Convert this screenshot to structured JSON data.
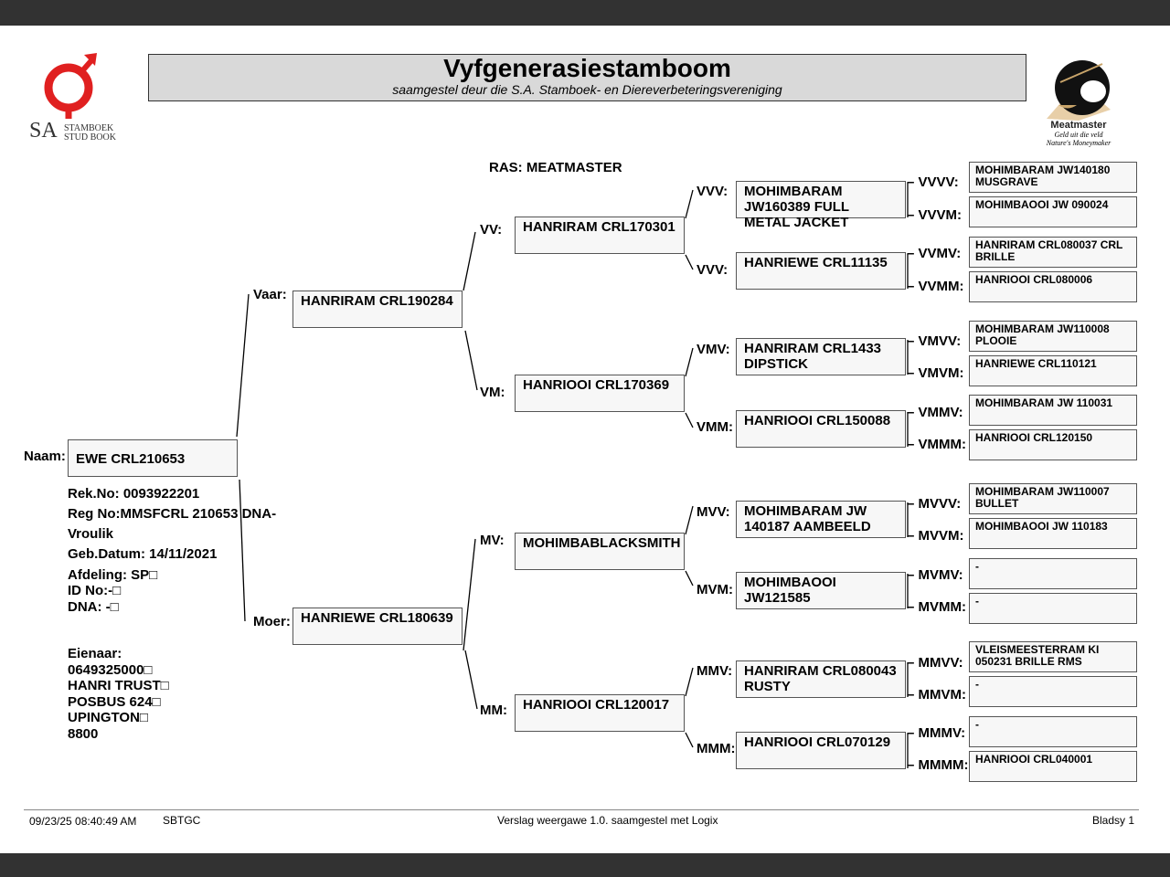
{
  "header": {
    "title": "Vyfgenerasiestamboom",
    "subtitle": "saamgestel deur die S.A. Stamboek- en Diereverbeteringsvereniging",
    "left_logo": {
      "line1": "SA",
      "line2": "STAMBOEK",
      "line3": "STUD BOOK"
    },
    "right_logo": {
      "brand": "Meatmaster",
      "tagline1": "Geld uit die veld",
      "tagline2": "Nature's Moneymaker"
    }
  },
  "breed": "RAS: MEATMASTER",
  "animal": {
    "name_label": "Naam:",
    "name": "EWE CRL210653",
    "info": [
      "Rek.No: 0093922201",
      "Reg No:MMSFCRL 210653 DNA-",
      "Vroulik",
      "Geb.Datum: 14/11/2021",
      "Afdeling: SP□",
      "ID No:-□",
      "DNA: -□"
    ],
    "owner": [
      "Eienaar:",
      "0649325000□",
      "HANRI TRUST□",
      "POSBUS 624□",
      "UPINGTON□",
      "8800"
    ]
  },
  "gen1": [
    {
      "label": "Vaar:",
      "name": "HANRIRAM CRL190284"
    },
    {
      "label": "Moer:",
      "name": "HANRIEWE CRL180639"
    }
  ],
  "gen2": [
    {
      "label": "VV:",
      "name": "HANRIRAM CRL170301"
    },
    {
      "label": "VM:",
      "name": "HANRIOOI CRL170369"
    },
    {
      "label": "MV:",
      "name": "MOHIMBABLACKSMITH"
    },
    {
      "label": "MM:",
      "name": "HANRIOOI CRL120017"
    }
  ],
  "gen3": [
    {
      "label": "VVV:",
      "name": "MOHIMBARAM JW160389 FULL METAL JACKET"
    },
    {
      "label": "VVV:",
      "name": "HANRIEWE CRL11135"
    },
    {
      "label": "VMV:",
      "name": "HANRIRAM CRL1433 DIPSTICK"
    },
    {
      "label": "VMM:",
      "name": "HANRIOOI CRL150088"
    },
    {
      "label": "MVV:",
      "name": "MOHIMBARAM JW 140187 AAMBEELD"
    },
    {
      "label": "MVM:",
      "name": "MOHIMBAOOI JW121585"
    },
    {
      "label": "MMV:",
      "name": "HANRIRAM CRL080043 RUSTY"
    },
    {
      "label": "MMM:",
      "name": "HANRIOOI CRL070129"
    }
  ],
  "gen4": [
    {
      "label": "– VVVV:",
      "name": "MOHIMBARAM JW140180 MUSGRAVE"
    },
    {
      "label": "– VVVM:",
      "name": "MOHIMBAOOI JW 090024"
    },
    {
      "label": "– VVMV:",
      "name": "HANRIRAM CRL080037 CRL BRILLE"
    },
    {
      "label": "– VVMM:",
      "name": "HANRIOOI CRL080006"
    },
    {
      "label": "– VMVV:",
      "name": "MOHIMBARAM JW110008 PLOOIE"
    },
    {
      "label": "– VMVM:",
      "name": "HANRIEWE CRL110121"
    },
    {
      "label": "– VMMV:",
      "name": "MOHIMBARAM JW 110031"
    },
    {
      "label": "– VMMM:",
      "name": "HANRIOOI CRL120150"
    },
    {
      "label": "– MVVV:",
      "name": "MOHIMBARAM JW110007 BULLET"
    },
    {
      "label": "– MVVM:",
      "name": "MOHIMBAOOI JW 110183"
    },
    {
      "label": "– MVMV:",
      "name": "-"
    },
    {
      "label": "– MVMM:",
      "name": "-"
    },
    {
      "label": "– MMVV:",
      "name": "VLEISMEESTERRAM KI 050231 BRILLE RMS"
    },
    {
      "label": "– MMVM:",
      "name": "-"
    },
    {
      "label": "– MMMV:",
      "name": "-"
    },
    {
      "label": "– MMMM:",
      "name": "HANRIOOI CRL040001"
    }
  ],
  "footer": {
    "timestamp": "09/23/25 08:40:49 AM",
    "code": "SBTGC",
    "version": "Verslag weergawe 1.0. saamgestel met Logix",
    "page": "Bladsy 1"
  }
}
